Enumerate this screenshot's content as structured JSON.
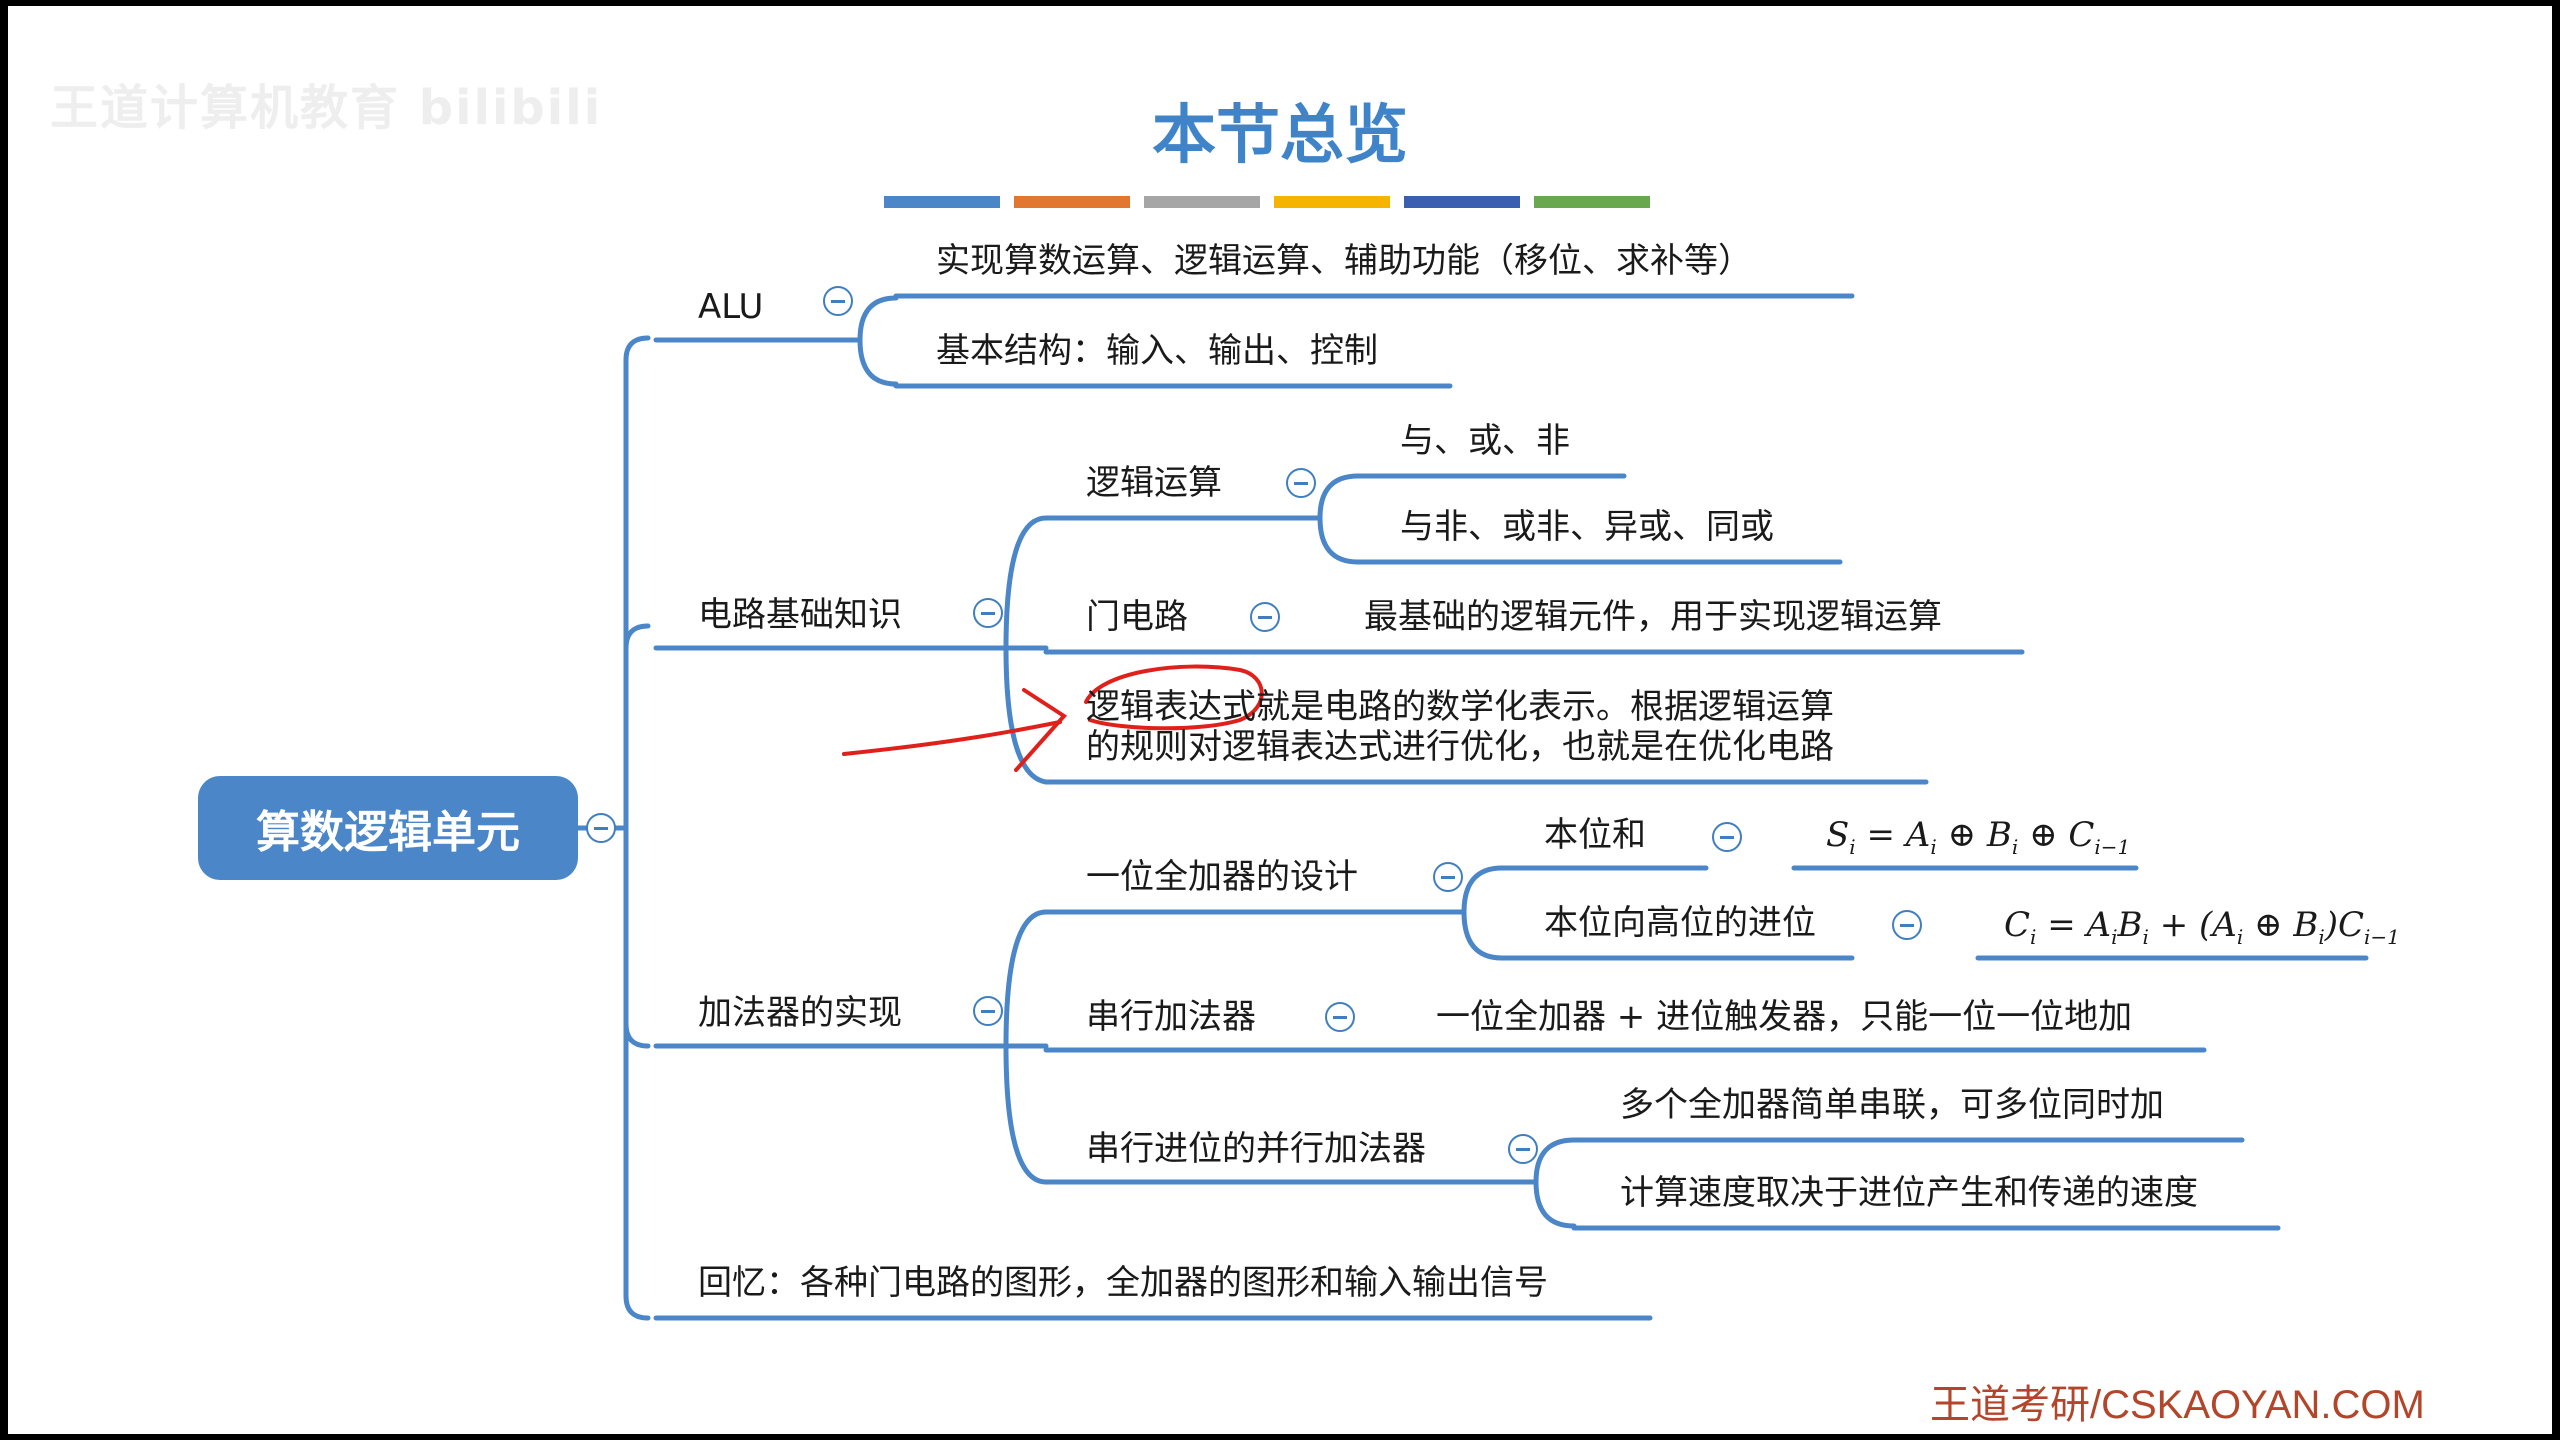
{
  "watermark": "王道计算机教育 bilibili",
  "title": "本节总览",
  "title_bar_colors": [
    "#4a86c8",
    "#e2772f",
    "#a6a6a6",
    "#f5b400",
    "#3b5fb0",
    "#6aa84f"
  ],
  "root": "算数逻辑单元",
  "branches": {
    "alu": {
      "label": "ALU",
      "items": [
        "实现算数运算、逻辑运算、辅助功能（移位、求补等）",
        "基本结构：输入、输出、控制"
      ]
    },
    "circuit": {
      "label": "电路基础知识",
      "logic_ops": {
        "label": "逻辑运算",
        "items": [
          "与、或、非",
          "与非、或非、异或、同或"
        ]
      },
      "gate": {
        "label": "门电路",
        "desc": "最基础的逻辑元件，用于实现逻辑运算"
      },
      "expr_line1": "逻辑表达式就是电路的数学化表示。根据逻辑运算",
      "expr_line2": "的规则对逻辑表达式进行优化，也就是在优化电路"
    },
    "adder": {
      "label": "加法器的实现",
      "full_adder": {
        "label": "一位全加器的设计",
        "sum": {
          "label": "本位和",
          "formula": "S_i = A_i ⊕ B_i ⊕ C_{i−1}"
        },
        "carry": {
          "label": "本位向高位的进位",
          "formula": "C_i = A_iB_i + (A_i ⊕ B_i)C_{i−1}"
        }
      },
      "serial": {
        "label": "串行加法器",
        "desc": "一位全加器 + 进位触发器，只能一位一位地加"
      },
      "parallel": {
        "label": "串行进位的并行加法器",
        "items": [
          "多个全加器简单串联，可多位同时加",
          "计算速度取决于进位产生和传递的速度"
        ]
      }
    },
    "recall": {
      "label": "回忆：各种门电路的图形，全加器的图形和输入输出信号"
    }
  },
  "site": "王道考研/CSKAOYAN.COM",
  "colors": {
    "line": "#4a86c8",
    "node_fill": "#4a86c8",
    "annotation": "#e0201b",
    "title": "#3f84c8",
    "site": "#b3452a"
  }
}
